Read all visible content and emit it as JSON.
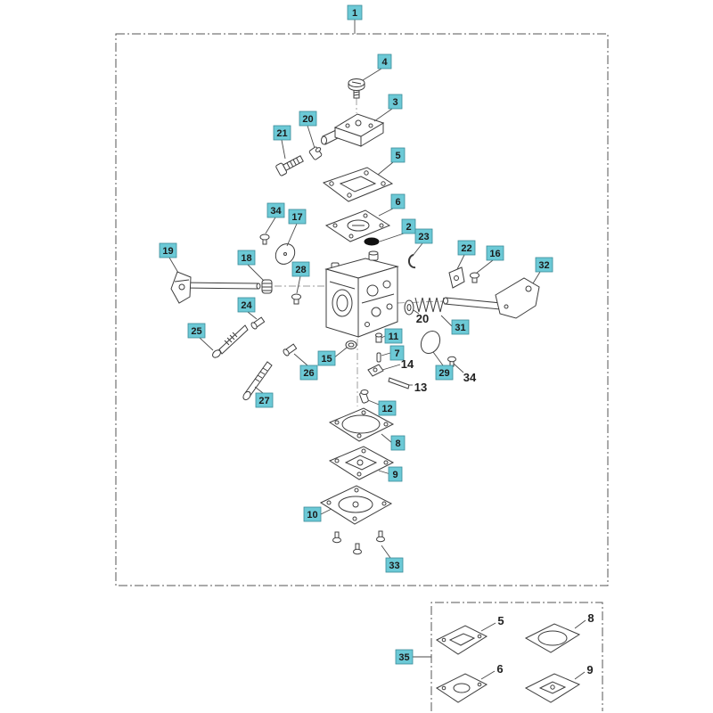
{
  "diagram": {
    "assembly_callout": "1",
    "callouts": [
      "4",
      "3",
      "20",
      "21",
      "5",
      "6",
      "34",
      "17",
      "2",
      "23",
      "22",
      "16",
      "32",
      "19",
      "18",
      "28",
      "24",
      "20",
      "31",
      "25",
      "11",
      "15",
      "7",
      "14",
      "29",
      "34",
      "26",
      "13",
      "27",
      "12",
      "8",
      "9",
      "10",
      "33"
    ],
    "kit_callout": "35",
    "kit_contents": [
      "5",
      "8",
      "6",
      "9"
    ]
  },
  "colors": {
    "callout_fill": "#6cc9d6",
    "ink": "#3c3c3c"
  }
}
